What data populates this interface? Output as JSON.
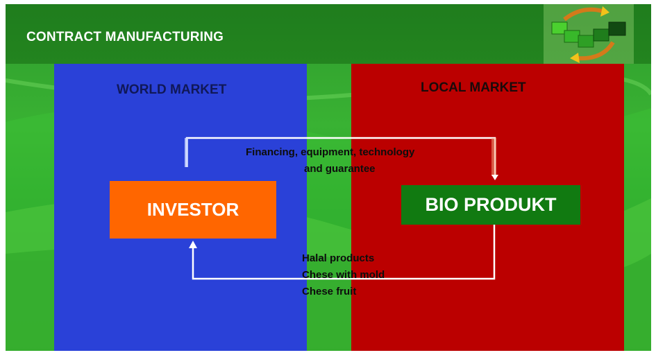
{
  "header": {
    "title": "CONTRACT MANUFACTURING"
  },
  "panels": {
    "world": {
      "label": "WORLD MARKET",
      "color": "#2a41d8"
    },
    "local": {
      "label": "LOCAL MARKET",
      "color": "#bb0000"
    }
  },
  "nodes": {
    "investor": {
      "label": "INVESTOR",
      "color": "#ff6600"
    },
    "bio": {
      "label": "BIO PRODUKT",
      "color": "#117a11"
    }
  },
  "flows": {
    "to_local": {
      "lines": [
        "Financing, equipment, technology",
        "and guarantee"
      ]
    },
    "to_world": {
      "lines": [
        "Halal products",
        "Chese with mold",
        "Chese fruit"
      ]
    }
  },
  "logo": {
    "icon": "recycle-squares-logo"
  }
}
